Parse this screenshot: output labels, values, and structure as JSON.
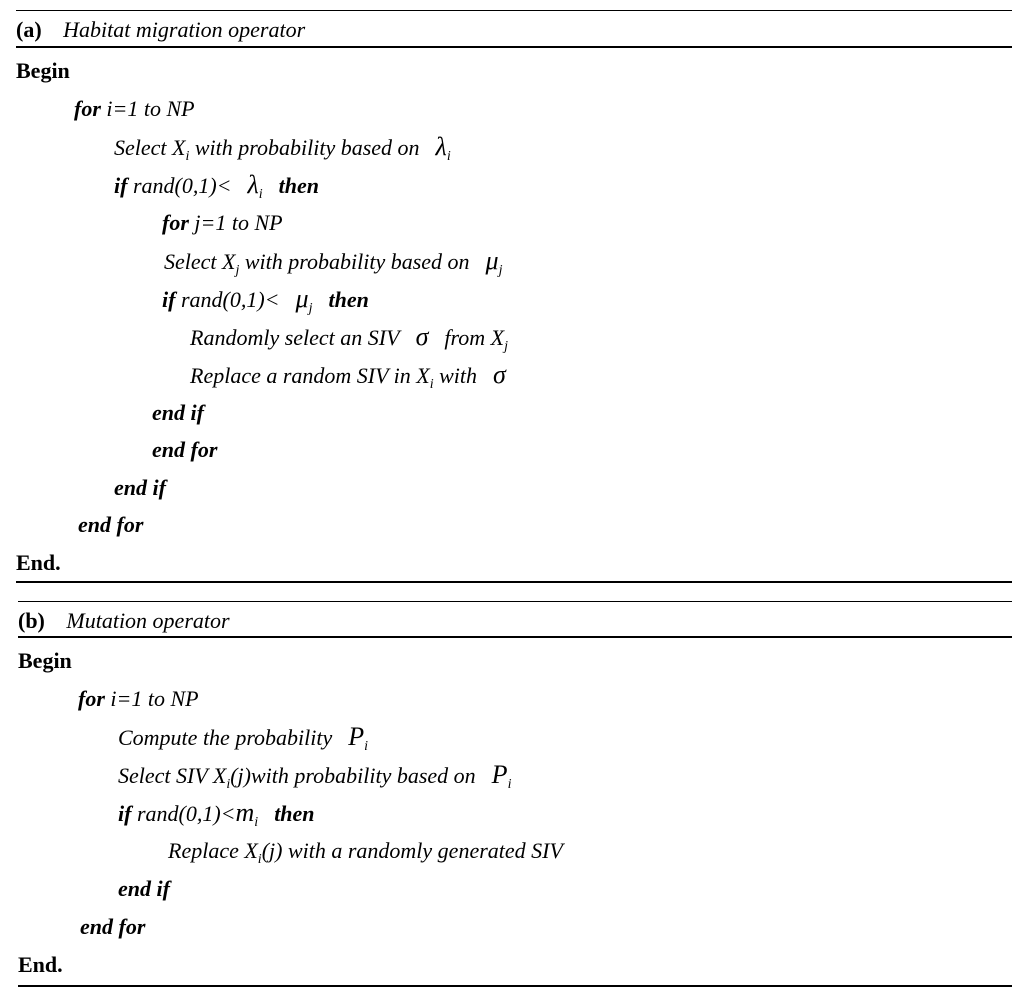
{
  "panels": [
    {
      "label": "(a)",
      "title": "Habitat migration operator",
      "lines": [
        {
          "id": "a-begin",
          "kw": "Begin"
        },
        {
          "id": "a-for-i",
          "kw": "for",
          "text": "i=1 to NP"
        },
        {
          "id": "a-select-xi",
          "pre": "Select X",
          "sub": "i",
          "post": " with probability based on",
          "sym": "λ",
          "symsub": "i"
        },
        {
          "id": "a-if-lambda",
          "kw": "if",
          "pre": "rand(0,1)<",
          "sym": "λ",
          "symsub": "i",
          "kw2": "then"
        },
        {
          "id": "a-for-j",
          "kw": "for",
          "text": "j=1 to NP"
        },
        {
          "id": "a-select-xj",
          "pre": "Select X",
          "sub": "j",
          "post": " with probability based on",
          "sym": "μ",
          "symsub": "j"
        },
        {
          "id": "a-if-mu",
          "kw": "if",
          "pre": "rand(0,1)<",
          "sym": "μ",
          "symsub": "j",
          "kw2": "then"
        },
        {
          "id": "a-random-select",
          "pre": "Randomly select an SIV",
          "sym": "σ",
          "post": "from X",
          "sub": "j"
        },
        {
          "id": "a-replace",
          "pre": "Replace a random SIV in X",
          "sub": "i",
          "post": " with",
          "sym": "σ"
        },
        {
          "id": "a-end-if-inner",
          "kw": "end if"
        },
        {
          "id": "a-end-for-inner",
          "kw": "end for"
        },
        {
          "id": "a-end-if-outer",
          "kw": "end if"
        },
        {
          "id": "a-end-for-outer",
          "kw": "end for"
        },
        {
          "id": "a-end",
          "kw": "End."
        }
      ]
    },
    {
      "label": "(b)",
      "title": "Mutation operator",
      "lines": [
        {
          "id": "b-begin",
          "kw": "Begin"
        },
        {
          "id": "b-for-i",
          "kw": "for",
          "text": "i=1 to NP"
        },
        {
          "id": "b-compute",
          "pre": "Compute the probability",
          "sym": "P",
          "symsub": "i"
        },
        {
          "id": "b-select",
          "pre": "Select SIV X",
          "sub": "i",
          "post": "(j)with probability based on",
          "sym": "P",
          "symsub": "i"
        },
        {
          "id": "b-if",
          "kw": "if",
          "pre": "rand(0,1)<",
          "sym": "m",
          "symsub": "i",
          "kw2": "then"
        },
        {
          "id": "b-replace",
          "pre": "Replace X",
          "sub": "i",
          "post": "(j) with a randomly generated SIV"
        },
        {
          "id": "b-end-if",
          "kw": "end if"
        },
        {
          "id": "b-end-for",
          "kw": "end for"
        },
        {
          "id": "b-end",
          "kw": "End."
        }
      ]
    }
  ]
}
